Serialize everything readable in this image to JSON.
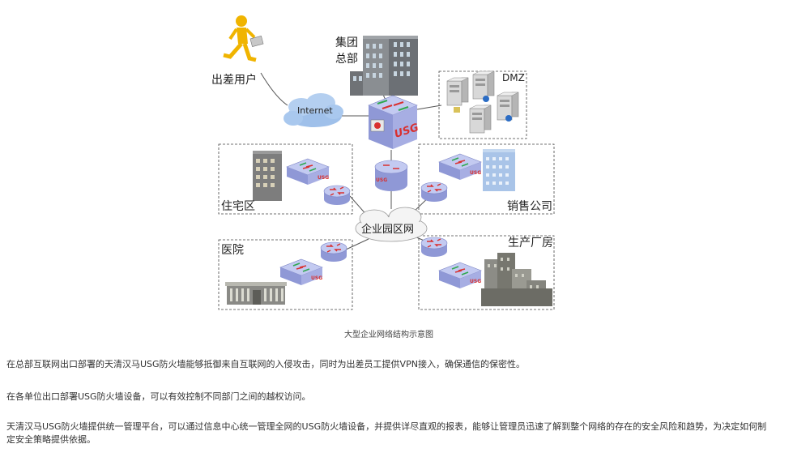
{
  "diagram": {
    "labels": {
      "traveler": "出差用户",
      "hq_line1": "集团",
      "hq_line2": "总部",
      "internet": "Internet",
      "dmz": "DMZ",
      "usg": "USG",
      "residential": "住宅区",
      "sales": "销售公司",
      "campus": "企业园区网",
      "hospital": "医院",
      "factory": "生产厂房"
    },
    "caption": "大型企业网络结构示意图"
  },
  "text": {
    "para1": "在总部互联网出口部署的天清汉马USG防火墙能够抵御来自互联网的入侵攻击，同时为出差员工提供VPN接入，确保通信的保密性。",
    "para2": "在各单位出口部署USG防火墙设备，可以有效控制不同部门之间的越权访问。",
    "para3": "天清汉马USG防火墙提供统一管理平台，可以通过信息中心统一管理全网的USG防火墙设备，并提供详尽直观的报表，能够让管理员迅速了解到整个网络的存在的安全风险和趋势，为决定如何制定安全策略提供依据。"
  },
  "colors": {
    "router_top": "#b9c2ee",
    "router_side": "#8f98d6",
    "firewall_face": "#9ba3e0",
    "building_gray": "#7d7d7d",
    "building_blue": "#a9c4e8",
    "cloud": "#9fc0ea",
    "arrow_red": "#d9302f",
    "arrow_green": "#2fa84f",
    "walker": "#f0b400"
  },
  "icons": [
    "traveler-icon",
    "hq-building-icon",
    "internet-cloud-icon",
    "server-icon",
    "usg-firewall-icon",
    "core-router-icon",
    "campus-cloud-icon",
    "office-building-icon",
    "hospital-building-icon",
    "factory-icon"
  ]
}
